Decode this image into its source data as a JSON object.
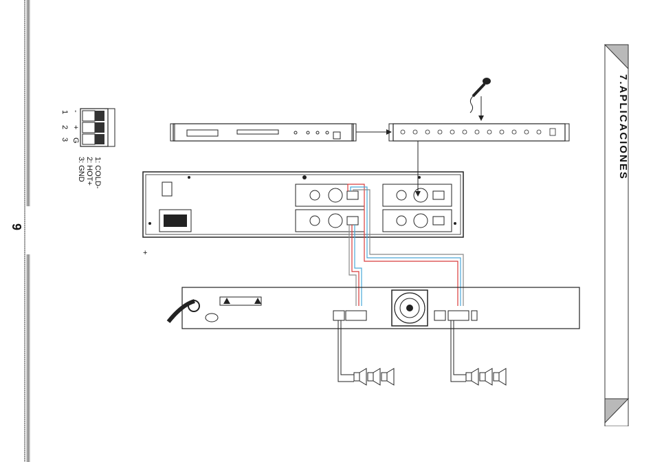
{
  "page": {
    "number": "9"
  },
  "section": {
    "title": "7.APLICACIONES"
  },
  "pin_connector": {
    "pins": [
      "1",
      "2",
      "3"
    ],
    "marks": [
      "-",
      "+",
      "G"
    ],
    "legend": [
      "1: COLD-",
      "2: HOT+",
      "3: GND"
    ]
  },
  "diagram": {
    "plus_marker": "+"
  },
  "colors": {
    "wire_red": "#d83a3a",
    "wire_blue": "#4aa8d8",
    "wire_gray": "#888888",
    "line": "#222222"
  }
}
